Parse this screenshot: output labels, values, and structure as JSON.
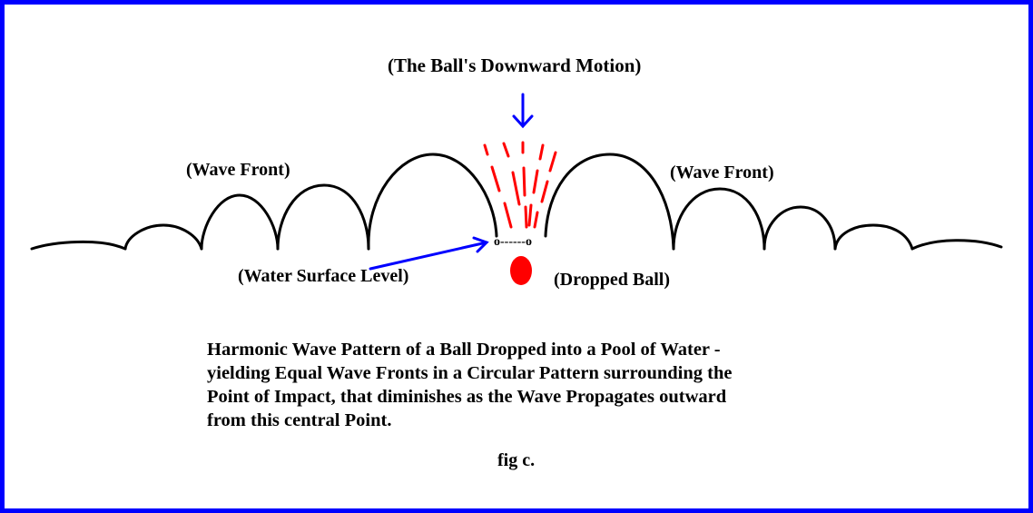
{
  "labels": {
    "ball_motion": "(The Ball's Downward Motion)",
    "wave_front_left": "(Wave Front)",
    "wave_front_right": "(Wave Front)",
    "water_surface": "(Water Surface Level)",
    "dropped_ball": "(Dropped Ball)",
    "surface_marker": "o------o"
  },
  "caption": {
    "lines": [
      "Harmonic Wave Pattern of a Ball Dropped into a Pool of Water -",
      "yielding Equal Wave Fronts in a Circular Pattern surrounding the",
      "Point of Impact, that diminishes as the Wave Propagates outward",
      "from this central Point."
    ],
    "fig": "fig c."
  },
  "colors": {
    "border": "#0000ff",
    "arrow": "#0000ff",
    "splash": "#ff0000",
    "ball": "#ff0000",
    "wave": "#000000"
  }
}
